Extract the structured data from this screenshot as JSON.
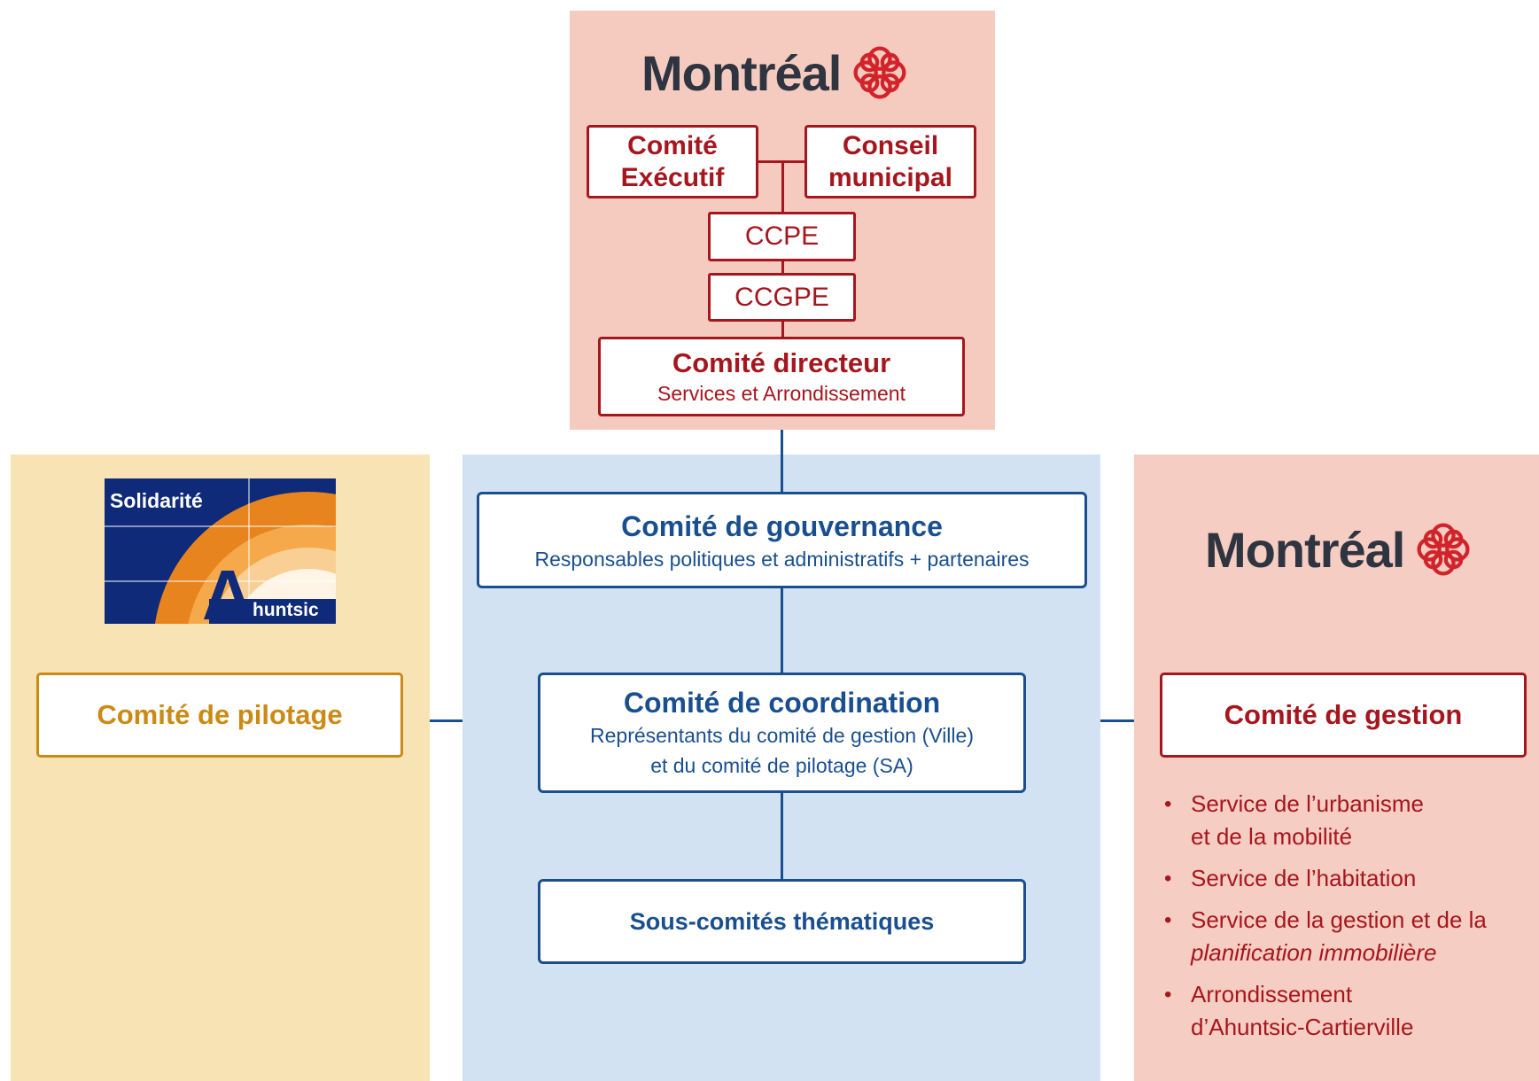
{
  "colors": {
    "top_panel": "#f5cbc0",
    "left_panel": "#f8e3b4",
    "center_panel": "#d3e2f2",
    "right_panel": "#f6cdc2",
    "red": "#a6161e",
    "blue": "#1a4f8f",
    "gold": "#cc8a14"
  },
  "top": {
    "logo_text": "Montréal",
    "comite_executif": [
      "Comité",
      "Exécutif"
    ],
    "conseil_municipal": [
      "Conseil",
      "municipal"
    ],
    "ccpe": "CCPE",
    "ccgpe": "CCGPE",
    "directeur_title": "Comité directeur",
    "directeur_sub": "Services et Arrondissement"
  },
  "left": {
    "logo_top": "Solidarité",
    "logo_letter": "A",
    "logo_rest": "huntsic",
    "pilotage": "Comité de pilotage"
  },
  "center": {
    "gouvernance_title": "Comité de gouvernance",
    "gouvernance_sub": "Responsables politiques et administratifs + partenaires",
    "coordination_title": "Comité de coordination",
    "coordination_sub1": "Représentants du comité de gestion (Ville)",
    "coordination_sub2": "et du comité de pilotage (SA)",
    "sous_comites": "Sous-comités thématiques"
  },
  "right": {
    "logo_text": "Montréal",
    "gestion": "Comité de gestion",
    "items": [
      {
        "line1": "Service de l’urbanisme",
        "line2": "et de la mobilité"
      },
      {
        "line1": "Service de l’habitation",
        "line2": ""
      },
      {
        "line1": "Service de la gestion et de la",
        "line2": "planification immobilière"
      },
      {
        "line1": "Arrondissement",
        "line2": "d’Ahuntsic-Cartierville"
      }
    ]
  }
}
